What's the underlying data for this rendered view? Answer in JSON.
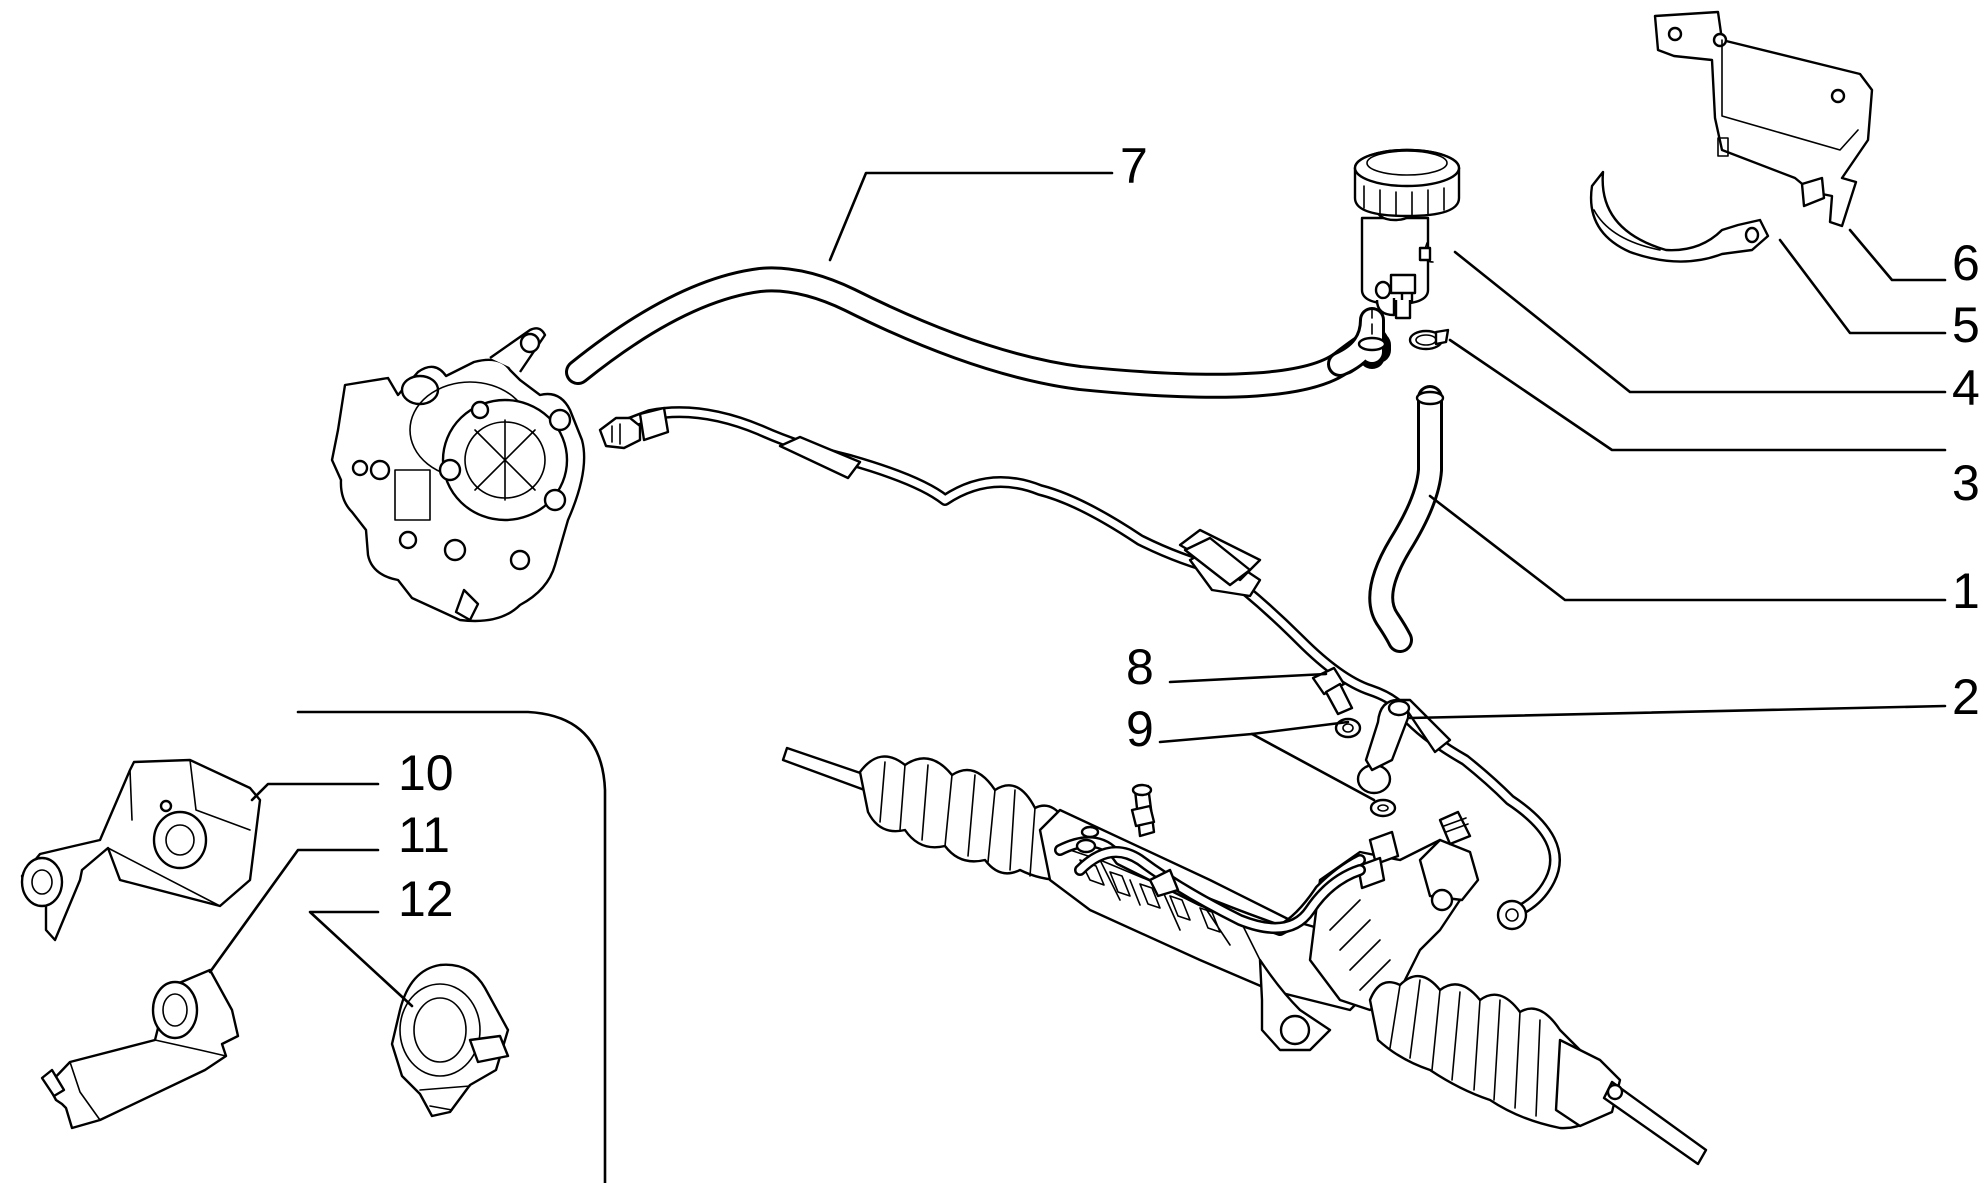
{
  "callouts": [
    {
      "id": "7",
      "label": "7"
    },
    {
      "id": "6",
      "label": "6"
    },
    {
      "id": "5",
      "label": "5"
    },
    {
      "id": "4",
      "label": "4"
    },
    {
      "id": "3",
      "label": "3"
    },
    {
      "id": "1",
      "label": "1"
    },
    {
      "id": "2",
      "label": "2"
    },
    {
      "id": "8",
      "label": "8"
    },
    {
      "id": "9",
      "label": "9"
    },
    {
      "id": "10",
      "label": "10"
    },
    {
      "id": "11",
      "label": "11"
    },
    {
      "id": "12",
      "label": "12"
    }
  ]
}
